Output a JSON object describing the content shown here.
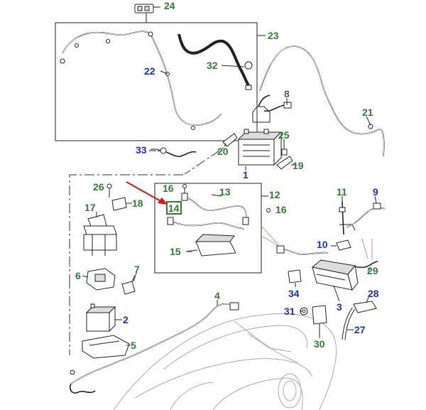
{
  "callouts": [
    {
      "id": "c1",
      "text": "1",
      "color": "#1a2fd0"
    },
    {
      "id": "c2",
      "text": "2",
      "color": "#1a2fd0"
    },
    {
      "id": "c3",
      "text": "3",
      "color": "#1a2fd0"
    },
    {
      "id": "c4",
      "text": "4",
      "color": "#2e7d32"
    },
    {
      "id": "c5",
      "text": "5",
      "color": "#2e7d32"
    },
    {
      "id": "c6",
      "text": "6",
      "color": "#2e7d32"
    },
    {
      "id": "c7",
      "text": "7",
      "color": "#2e7d32"
    },
    {
      "id": "c8",
      "text": "8",
      "color": "#2e7d32"
    },
    {
      "id": "c9",
      "text": "9",
      "color": "#1a2fd0"
    },
    {
      "id": "c10",
      "text": "10",
      "color": "#1a2fd0"
    },
    {
      "id": "c11",
      "text": "11",
      "color": "#2e7d32"
    },
    {
      "id": "c12",
      "text": "12",
      "color": "#2e7d32"
    },
    {
      "id": "c13",
      "text": "13",
      "color": "#2e7d32"
    },
    {
      "id": "c14",
      "text": "14",
      "color": "#2e7d32"
    },
    {
      "id": "c15",
      "text": "15",
      "color": "#2e7d32"
    },
    {
      "id": "c16a",
      "text": "16",
      "color": "#2e7d32"
    },
    {
      "id": "c16b",
      "text": "16",
      "color": "#2e7d32"
    },
    {
      "id": "c17",
      "text": "17",
      "color": "#2e7d32"
    },
    {
      "id": "c18",
      "text": "18",
      "color": "#2e7d32"
    },
    {
      "id": "c19",
      "text": "19",
      "color": "#2e7d32"
    },
    {
      "id": "c20",
      "text": "20",
      "color": "#2e7d32"
    },
    {
      "id": "c21",
      "text": "21",
      "color": "#2e7d32"
    },
    {
      "id": "c22",
      "text": "22",
      "color": "#1a2fd0"
    },
    {
      "id": "c23",
      "text": "23",
      "color": "#2e7d32"
    },
    {
      "id": "c24",
      "text": "24",
      "color": "#2e7d32"
    },
    {
      "id": "c25",
      "text": "25",
      "color": "#2e7d32"
    },
    {
      "id": "c26",
      "text": "26",
      "color": "#2e7d32"
    },
    {
      "id": "c27",
      "text": "27",
      "color": "#1a2fd0"
    },
    {
      "id": "c28",
      "text": "28",
      "color": "#1a2fd0"
    },
    {
      "id": "c29",
      "text": "29",
      "color": "#2e7d32"
    },
    {
      "id": "c30",
      "text": "30",
      "color": "#2e7d32"
    },
    {
      "id": "c31",
      "text": "31",
      "color": "#1a2fd0"
    },
    {
      "id": "c32",
      "text": "32",
      "color": "#2e7d32"
    },
    {
      "id": "c33",
      "text": "33",
      "color": "#1a2fd0"
    },
    {
      "id": "c34",
      "text": "34",
      "color": "#1a2fd0"
    }
  ],
  "highlight": {
    "text": "14",
    "box_color": "#2e7d32",
    "arrow_color": "#e01010"
  }
}
